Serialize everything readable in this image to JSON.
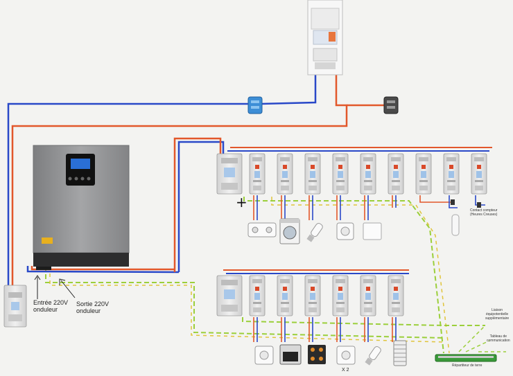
{
  "labels": {
    "inverter_input": [
      "Entrée 220V",
      "onduleur"
    ],
    "inverter_output": [
      "Sortie 220V",
      "onduleur"
    ],
    "meter_contact": [
      "Contact compteur",
      "(Heures Creuses)"
    ],
    "extra_bonding": [
      "Liaison",
      "équipotentielle",
      "supplémentaire"
    ],
    "comm_panel": [
      "Tableau de",
      "communication"
    ],
    "earth_bar": "Répartiteur de terre",
    "quantity": "X 2"
  },
  "colors": {
    "phase": "#e2572b",
    "neutral": "#2948c8",
    "earth": "#9bcf3a",
    "earth_dash": "#e0c43a",
    "device": "#dcdcdc",
    "inverter_body": "#8e8f91"
  },
  "icons": {
    "row1_loads": [
      "socket-strip-icon",
      "washing-machine-icon",
      "light-bulb-icon",
      "wall-socket-icon",
      "switch-plate-icon"
    ],
    "row2_loads": [
      "wall-socket-icon",
      "oven-icon",
      "cooktop-icon",
      "double-socket-icon",
      "light-bulb-icon",
      "towel-radiator-icon"
    ]
  }
}
